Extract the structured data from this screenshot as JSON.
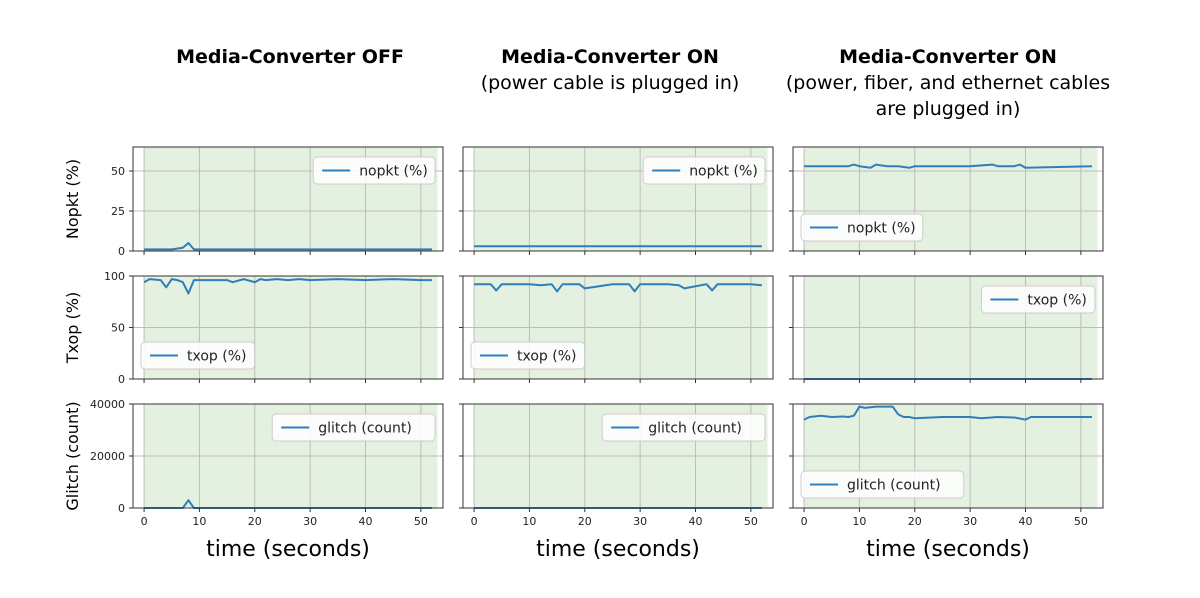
{
  "columns": [
    {
      "title": "Media-Converter OFF",
      "subtitle": ""
    },
    {
      "title": "Media-Converter ON",
      "subtitle": "(power cable is plugged in)"
    },
    {
      "title": "Media-Converter ON",
      "subtitle": "(power, fiber, and ethernet cables are plugged in)"
    }
  ],
  "colors": {
    "line": "#2f7ebc",
    "shade": "#e4f1e1",
    "grid": "#bdbdbd",
    "axis": "#333333"
  },
  "chart_data": [
    {
      "type": "line",
      "row": 0,
      "col": 0,
      "ylabel": "Nopkt (%)",
      "xlabel": "",
      "xlim": [
        -2,
        54
      ],
      "ylim": [
        0,
        65
      ],
      "yticks": [
        0,
        25,
        50
      ],
      "xticks": [
        0,
        10,
        20,
        30,
        40,
        50
      ],
      "shade": [
        0,
        53
      ],
      "legend": "top-right",
      "series": [
        {
          "name": "nopkt (%)",
          "x": [
            0,
            5,
            7,
            8,
            9,
            12,
            52
          ],
          "y": [
            1,
            1,
            2,
            5,
            1,
            1,
            1
          ]
        }
      ]
    },
    {
      "type": "line",
      "row": 0,
      "col": 1,
      "ylabel": "",
      "xlabel": "",
      "xlim": [
        -2,
        54
      ],
      "ylim": [
        0,
        65
      ],
      "yticks": [
        0,
        25,
        50
      ],
      "xticks": [
        0,
        10,
        20,
        30,
        40,
        50
      ],
      "shade": [
        0,
        53
      ],
      "legend": "top-right",
      "series": [
        {
          "name": "nopkt (%)",
          "x": [
            0,
            52
          ],
          "y": [
            3,
            3
          ]
        }
      ]
    },
    {
      "type": "line",
      "row": 0,
      "col": 2,
      "ylabel": "",
      "xlabel": "",
      "xlim": [
        -2,
        54
      ],
      "ylim": [
        0,
        65
      ],
      "yticks": [
        0,
        25,
        50
      ],
      "xticks": [
        0,
        10,
        20,
        30,
        40,
        50
      ],
      "shade": [
        0,
        53
      ],
      "legend": "lower-left",
      "series": [
        {
          "name": "nopkt (%)",
          "x": [
            0,
            5,
            8,
            9,
            10,
            12,
            13,
            15,
            17,
            19,
            20,
            25,
            30,
            34,
            35,
            38,
            39,
            40,
            52
          ],
          "y": [
            53,
            53,
            53,
            54,
            53,
            52,
            54,
            53,
            53,
            52,
            53,
            53,
            53,
            54,
            53,
            53,
            54,
            52,
            53
          ]
        }
      ]
    },
    {
      "type": "line",
      "row": 1,
      "col": 0,
      "ylabel": "Txop (%)",
      "xlabel": "",
      "xlim": [
        -2,
        54
      ],
      "ylim": [
        0,
        100
      ],
      "yticks": [
        0,
        50,
        100
      ],
      "xticks": [
        0,
        10,
        20,
        30,
        40,
        50
      ],
      "shade": [
        0,
        53
      ],
      "legend": "lower-left",
      "series": [
        {
          "name": "txop (%)",
          "x": [
            0,
            1,
            3,
            4,
            5,
            6,
            7,
            8,
            9,
            10,
            15,
            16,
            18,
            20,
            21,
            22,
            24,
            26,
            28,
            30,
            35,
            40,
            45,
            50,
            52
          ],
          "y": [
            94,
            97,
            96,
            89,
            97,
            96,
            94,
            83,
            96,
            96,
            96,
            94,
            97,
            94,
            97,
            96,
            97,
            96,
            97,
            96,
            97,
            96,
            97,
            96,
            96
          ]
        }
      ]
    },
    {
      "type": "line",
      "row": 1,
      "col": 1,
      "ylabel": "",
      "xlabel": "",
      "xlim": [
        -2,
        54
      ],
      "ylim": [
        0,
        100
      ],
      "yticks": [
        0,
        50,
        100
      ],
      "xticks": [
        0,
        10,
        20,
        30,
        40,
        50
      ],
      "shade": [
        0,
        53
      ],
      "legend": "lower-left",
      "series": [
        {
          "name": "txop (%)",
          "x": [
            0,
            3,
            4,
            5,
            10,
            12,
            14,
            15,
            16,
            19,
            20,
            25,
            28,
            29,
            30,
            35,
            37,
            38,
            42,
            43,
            44,
            45,
            50,
            52
          ],
          "y": [
            92,
            92,
            86,
            92,
            92,
            91,
            92,
            85,
            92,
            92,
            88,
            92,
            92,
            85,
            92,
            92,
            91,
            88,
            92,
            86,
            92,
            92,
            92,
            91
          ]
        }
      ]
    },
    {
      "type": "line",
      "row": 1,
      "col": 2,
      "ylabel": "",
      "xlabel": "",
      "xlim": [
        -2,
        54
      ],
      "ylim": [
        0,
        100
      ],
      "yticks": [
        0,
        50,
        100
      ],
      "xticks": [
        0,
        10,
        20,
        30,
        40,
        50
      ],
      "shade": [
        0,
        53
      ],
      "legend": "top-right",
      "series": [
        {
          "name": "txop (%)",
          "x": [
            0,
            52
          ],
          "y": [
            0,
            0
          ]
        }
      ]
    },
    {
      "type": "line",
      "row": 2,
      "col": 0,
      "ylabel": "Glitch (count)",
      "xlabel": "time (seconds)",
      "xlim": [
        -2,
        54
      ],
      "ylim": [
        0,
        40000
      ],
      "yticks": [
        0,
        20000,
        40000
      ],
      "xticks": [
        0,
        10,
        20,
        30,
        40,
        50
      ],
      "shade": [
        0,
        53
      ],
      "legend": "top-right",
      "series": [
        {
          "name": "glitch (count)",
          "x": [
            0,
            7,
            8,
            9,
            52
          ],
          "y": [
            0,
            0,
            3000,
            0,
            0
          ]
        }
      ]
    },
    {
      "type": "line",
      "row": 2,
      "col": 1,
      "ylabel": "",
      "xlabel": "time (seconds)",
      "xlim": [
        -2,
        54
      ],
      "ylim": [
        0,
        40000
      ],
      "yticks": [
        0,
        20000,
        40000
      ],
      "xticks": [
        0,
        10,
        20,
        30,
        40,
        50
      ],
      "shade": [
        0,
        53
      ],
      "legend": "top-right",
      "series": [
        {
          "name": "glitch (count)",
          "x": [
            0,
            52
          ],
          "y": [
            0,
            0
          ]
        }
      ]
    },
    {
      "type": "line",
      "row": 2,
      "col": 2,
      "ylabel": "",
      "xlabel": "time (seconds)",
      "xlim": [
        -2,
        54
      ],
      "ylim": [
        0,
        40000
      ],
      "yticks": [
        0,
        20000,
        40000
      ],
      "xticks": [
        0,
        10,
        20,
        30,
        40,
        50
      ],
      "shade": [
        0,
        53
      ],
      "legend": "lower-left",
      "series": [
        {
          "name": "glitch (count)",
          "x": [
            0,
            1,
            3,
            5,
            7,
            8,
            9,
            10,
            11,
            13,
            15,
            16,
            17,
            18,
            19,
            20,
            25,
            30,
            32,
            35,
            38,
            40,
            41,
            45,
            50,
            52
          ],
          "y": [
            34000,
            35000,
            35500,
            35000,
            35200,
            35000,
            35500,
            39000,
            38500,
            39000,
            39000,
            39000,
            36000,
            35000,
            35000,
            34500,
            35000,
            35000,
            34500,
            35000,
            34800,
            34000,
            35000,
            35000,
            35000,
            35000
          ]
        }
      ]
    }
  ]
}
